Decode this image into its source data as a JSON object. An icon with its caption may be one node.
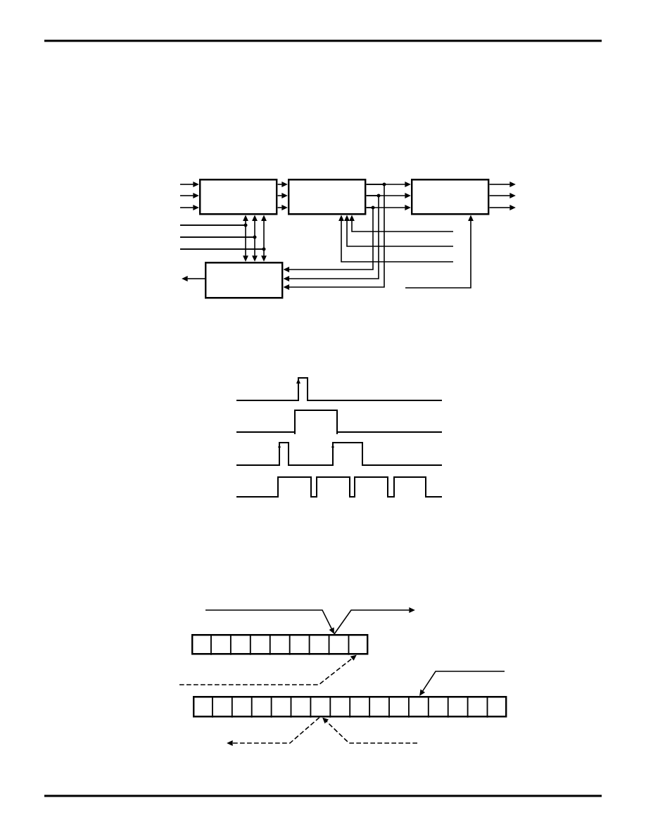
{
  "diagram": {
    "nodes": [
      {
        "text": [],
        "shape": "box"
      },
      {
        "text": [],
        "shape": "box"
      },
      {
        "text": [],
        "shape": "box"
      },
      {
        "text": [],
        "shape": "box"
      },
      {
        "text": [],
        "shape": "box"
      },
      {
        "text": [],
        "shape": "box"
      }
    ],
    "edges": [
      {
        "from": null,
        "to": 0,
        "arrow": "to"
      },
      {
        "from": null,
        "to": 0,
        "arrow": "to"
      },
      {
        "from": null,
        "to": 0,
        "arrow": "to"
      },
      {
        "from": 0,
        "to": 1,
        "arrow": "to"
      },
      {
        "from": 0,
        "to": 1,
        "arrow": "to"
      },
      {
        "from": 0,
        "to": 1,
        "arrow": "to"
      },
      {
        "from": 1,
        "to": 2,
        "arrow": "to"
      },
      {
        "from": 1,
        "to": 2,
        "arrow": "to"
      },
      {
        "from": 1,
        "to": 2,
        "arrow": "to"
      },
      {
        "from": 1,
        "to": 3,
        "arrow": "to"
      },
      {
        "from": 1,
        "to": 3,
        "arrow": "to"
      },
      {
        "from": 1,
        "to": 3,
        "arrow": "to"
      },
      {
        "from": 2,
        "to": null,
        "arrow": "to"
      },
      {
        "from": 2,
        "to": null,
        "arrow": "to"
      },
      {
        "from": 2,
        "to": null,
        "arrow": "to"
      },
      {
        "from": null,
        "to": 0,
        "arrow": "to"
      },
      {
        "from": null,
        "to": 0,
        "arrow": "to"
      },
      {
        "from": null,
        "to": 0,
        "arrow": "to"
      },
      {
        "from": null,
        "to": 3,
        "arrow": "to"
      },
      {
        "from": null,
        "to": 3,
        "arrow": "to"
      },
      {
        "from": null,
        "to": 3,
        "arrow": "to"
      },
      {
        "from": null,
        "to": 1,
        "arrow": "to"
      },
      {
        "from": null,
        "to": 1,
        "arrow": "to"
      },
      {
        "from": null,
        "to": 1,
        "arrow": "to"
      },
      {
        "from": null,
        "to": 2,
        "arrow": "to"
      },
      {
        "from": 3,
        "to": null,
        "arrow": "to"
      },
      {
        "from": null,
        "to": 4,
        "arrow": "to"
      },
      {
        "from": 4,
        "to": null,
        "arrow": "to"
      },
      {
        "from": null,
        "to": 4,
        "arrow": "to",
        "style": "dashed"
      },
      {
        "from": null,
        "to": 5,
        "arrow": "to"
      },
      {
        "from": 5,
        "to": null,
        "arrow": "to",
        "style": "dashed"
      },
      {
        "from": null,
        "to": 5,
        "arrow": "to",
        "style": "dashed"
      }
    ]
  }
}
